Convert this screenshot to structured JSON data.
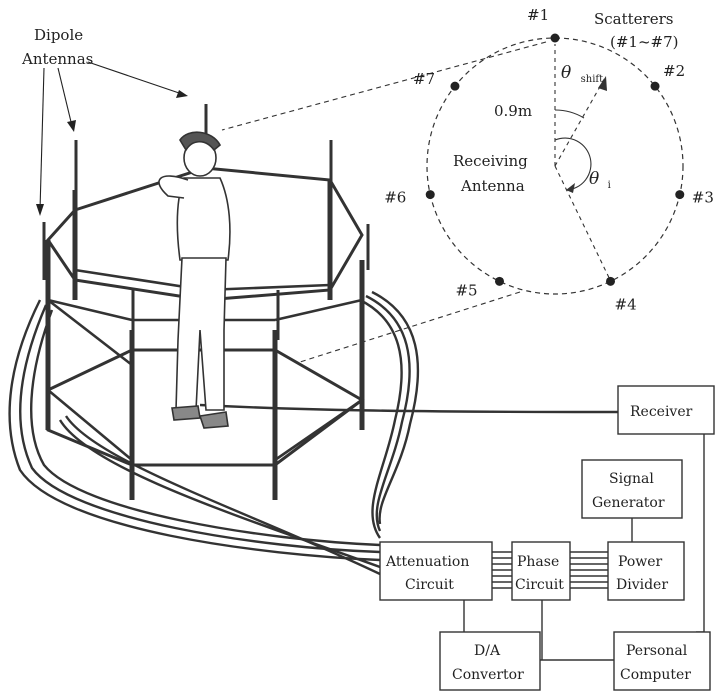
{
  "labels": {
    "dipole_line1": "Dipole",
    "dipole_line2": "Antennas",
    "scatterers_line1": "Scatterers",
    "scatterers_line2": "(#1~#7)",
    "radius": "0.9m",
    "receiving_line1": "Receiving",
    "receiving_line2": "Antenna",
    "theta_shift": "θ",
    "theta_shift_sub": "shift",
    "theta_i": "θ",
    "theta_i_sub": "i"
  },
  "scatterers": [
    {
      "label": "#1",
      "angle_deg": 0
    },
    {
      "label": "#2",
      "angle_deg": 51.4
    },
    {
      "label": "#3",
      "angle_deg": 102.9
    },
    {
      "label": "#4",
      "angle_deg": 154.3
    },
    {
      "label": "#5",
      "angle_deg": 205.7
    },
    {
      "label": "#6",
      "angle_deg": 257.1
    },
    {
      "label": "#7",
      "angle_deg": 308.6
    }
  ],
  "blocks": {
    "receiver": "Receiver",
    "signal_generator_line1": "Signal",
    "signal_generator_line2": "Generator",
    "power_divider_line1": "Power",
    "power_divider_line2": "Divider",
    "phase_circuit_line1": "Phase",
    "phase_circuit_line2": "Circuit",
    "attenuation_circuit_line1": "Attenuation",
    "attenuation_circuit_line2": "Circuit",
    "da_convertor_line1": "D/A",
    "da_convertor_line2": "Convertor",
    "personal_computer_line1": "Personal",
    "personal_computer_line2": "Computer"
  },
  "colors": {
    "ink": "#222222",
    "background": "#ffffff"
  }
}
